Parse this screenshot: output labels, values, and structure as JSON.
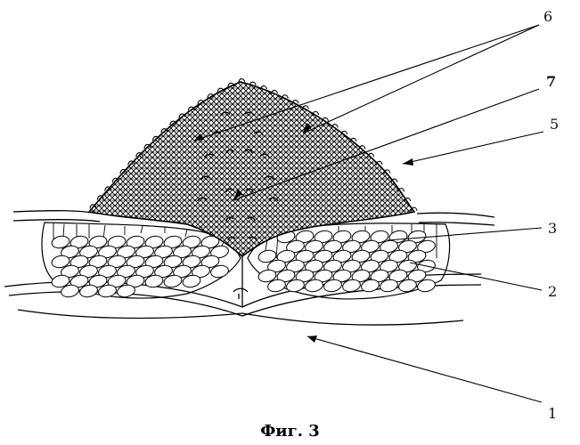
{
  "figure": {
    "caption": "Фиг. 3",
    "labels": [
      {
        "id": "label-6",
        "text": "6"
      },
      {
        "id": "label-7",
        "text": "7"
      },
      {
        "id": "label-5",
        "text": "5"
      },
      {
        "id": "label-3",
        "text": "3"
      },
      {
        "id": "label-2",
        "text": "2"
      },
      {
        "id": "label-1",
        "text": "1"
      }
    ]
  },
  "colors": {
    "ink": "#000000",
    "paper": "#ffffff"
  }
}
